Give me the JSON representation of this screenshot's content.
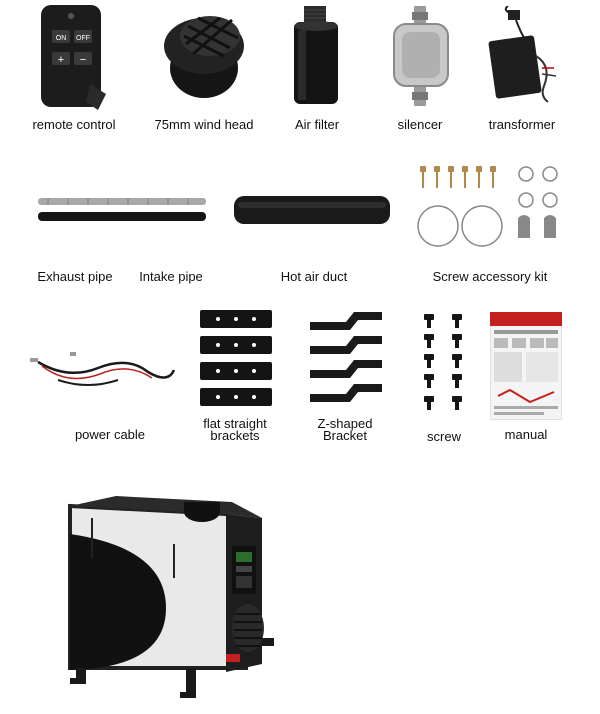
{
  "items": {
    "remote_control": "remote control",
    "wind_head": "75mm wind head",
    "air_filter": "Air filter",
    "silencer": "silencer",
    "transformer": "transformer",
    "exhaust_pipe": "Exhaust pipe",
    "intake_pipe": "Intake pipe",
    "hot_air_duct": "Hot air duct",
    "screw_kit": "Screw accessory kit",
    "power_cable": "power cable",
    "flat_brackets_line1": "flat straight",
    "flat_brackets_line2": "brackets",
    "z_bracket_line1": "Z-shaped",
    "z_bracket_line2": "Bracket",
    "screw": "screw",
    "manual": "manual"
  },
  "remote": {
    "on": "ON",
    "off": "OFF",
    "plus": "+",
    "minus": "−"
  }
}
